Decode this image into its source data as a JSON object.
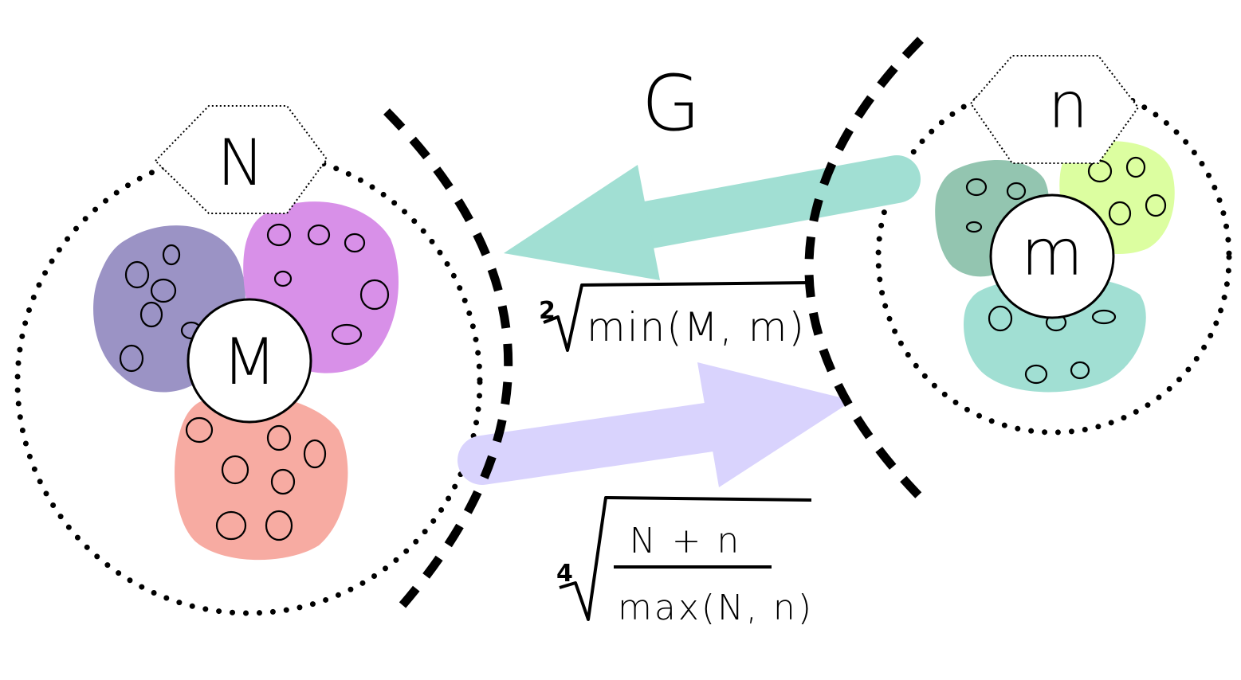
{
  "group_label": "G",
  "left_cluster": {
    "hex_label": "N",
    "center_label": "M",
    "blob_colors": [
      "#9b93c5",
      "#d890e8",
      "#f7aba2"
    ]
  },
  "right_cluster": {
    "hex_label": "n",
    "center_label": "m",
    "blob_colors": [
      "#93c5b0",
      "#dcfea0",
      "#a1dfd3"
    ]
  },
  "top_arrow": {
    "color": "#a1dfd3",
    "formula_index": "2",
    "formula_radicand": "min(M, m)"
  },
  "bottom_arrow": {
    "color": "#d9d3fd",
    "formula_index": "4",
    "formula_numerator": "N + n",
    "formula_denominator": "max(N, n)"
  }
}
